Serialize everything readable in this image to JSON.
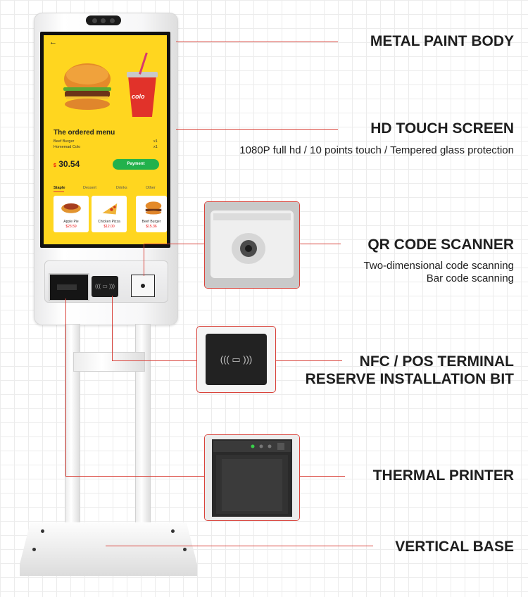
{
  "screen": {
    "back_icon": "←",
    "menu_title": "The ordered menu",
    "items": [
      {
        "name": "Beef Burger",
        "qty": "x1"
      },
      {
        "name": "Homemad Colo",
        "qty": "x1"
      }
    ],
    "cup_text": "colo",
    "currency": "$",
    "total": "30.54",
    "payment_label": "Payment",
    "tabs": [
      "Staple",
      "Dessert",
      "Drinks",
      "Other"
    ],
    "cards": [
      {
        "name": "Apple Pie",
        "price": "$23.59"
      },
      {
        "name": "Chicken Pizza",
        "price": "$12.00"
      },
      {
        "name": "Beef Burger",
        "price": "$15.36"
      }
    ]
  },
  "callouts": {
    "metal_paint_body": "METAL PAINT BODY",
    "hd_touch_screen": "HD TOUCH SCREEN",
    "hd_touch_screen_desc": "1080P full hd / 10 points touch / Tempered glass protection",
    "qr_code_scanner": "QR CODE SCANNER",
    "qr_desc_1": "Two-dimensional code scanning",
    "qr_desc_2": "Bar code scanning",
    "nfc_line_1": "NFC / POS TERMINAL",
    "nfc_line_2": "RESERVE INSTALLATION BIT",
    "thermal_printer": "THERMAL PRINTER",
    "vertical_base": "VERTICAL BASE"
  },
  "nfc_card_text": "((( ▭ )))",
  "colors": {
    "accent_red": "#d9433b",
    "screen_yellow": "#ffd61f",
    "payment_green": "#22b14c"
  }
}
